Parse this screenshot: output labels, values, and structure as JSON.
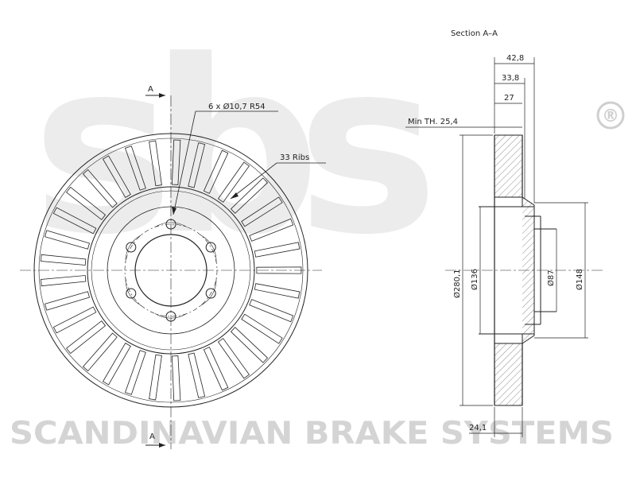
{
  "watermark": {
    "logo_text": "sbs",
    "registered_mark": "®",
    "company_name": "SCANDINAVIAN BRAKE SYSTEMS"
  },
  "front_view": {
    "section_marker_top": "A",
    "section_marker_bottom": "A",
    "bolt_callout": "6 x Ø10,7 R54",
    "ribs_callout": "33 Ribs"
  },
  "section_view": {
    "title": "Section A–A",
    "min_thickness": "Min TH. 25,4",
    "dims": {
      "overall_depth": "42,8",
      "hat_depth": "33,8",
      "offset": "27",
      "disc_thickness": "24,1",
      "outer_diameter": "Ø280,1",
      "hat_diameter": "Ø136",
      "center_bore": "Ø87",
      "flange_diameter": "Ø148"
    }
  },
  "colors": {
    "line": "#222222",
    "watermark": "#e6e6e6"
  }
}
